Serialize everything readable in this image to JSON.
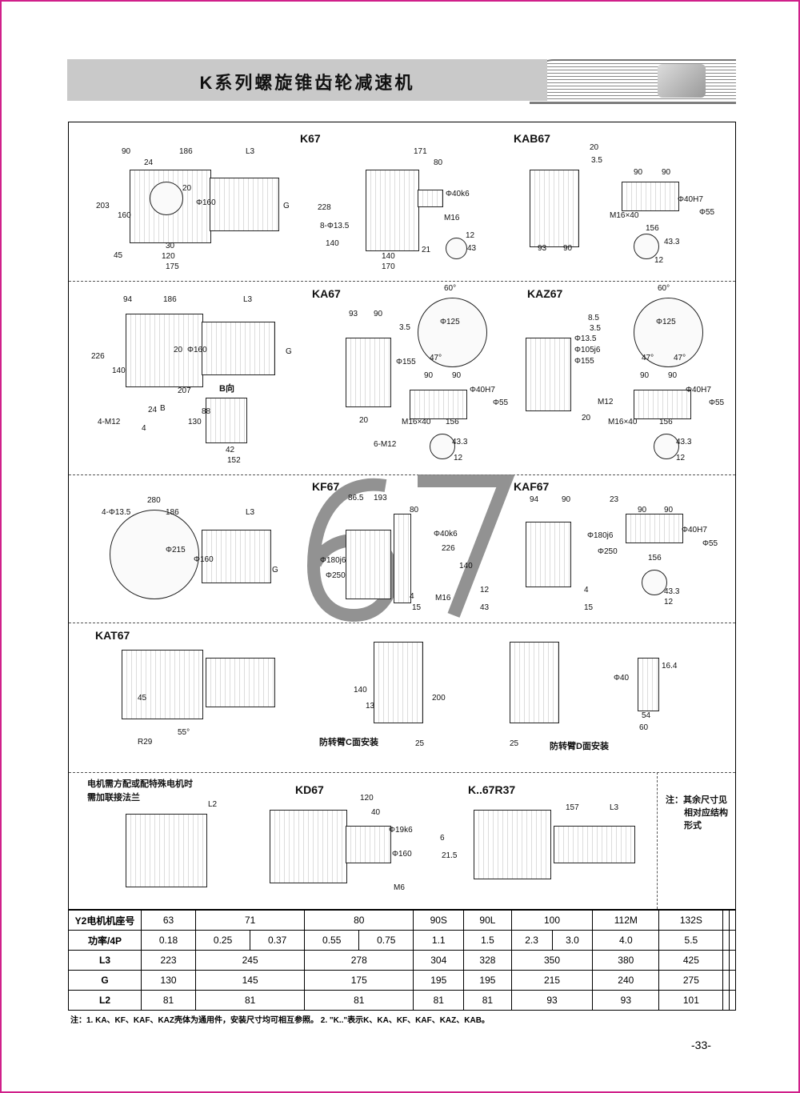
{
  "header": {
    "title": "K系列螺旋锥齿轮减速机"
  },
  "watermark": "67",
  "sections": {
    "k67": {
      "label": "K67",
      "dims": [
        "90",
        "186",
        "L3",
        "24",
        "203",
        "160",
        "20",
        "Φ160",
        "G",
        "45",
        "30",
        "120",
        "175"
      ]
    },
    "k67_side": {
      "dims": [
        "171",
        "80",
        "Φ40k6",
        "228",
        "140",
        "8-Φ13.5",
        "M16",
        "12",
        "43",
        "21",
        "140",
        "170"
      ]
    },
    "kab67": {
      "label": "KAB67",
      "dims": [
        "20",
        "3.5",
        "90",
        "90",
        "Φ55",
        "Φ40H7",
        "M16×40",
        "156",
        "43.3",
        "12",
        "93",
        "90"
      ]
    },
    "ka67": {
      "label": "KA67",
      "dims": [
        "94",
        "186",
        "L3",
        "226",
        "140",
        "20",
        "Φ160",
        "G",
        "207",
        "B",
        "B向",
        "130",
        "88",
        "42",
        "152",
        "4-M12",
        "24",
        "4",
        "93",
        "90",
        "3.5",
        "Φ155",
        "60°",
        "Φ125",
        "47°",
        "90",
        "90",
        "Φ55",
        "Φ40H7",
        "M16×40",
        "156",
        "20",
        "6-M12",
        "43.3",
        "12"
      ]
    },
    "kaz67": {
      "label": "KAZ67",
      "dims": [
        "8.5",
        "3.5",
        "60°",
        "Φ125",
        "47°",
        "47°",
        "Φ13.5",
        "Φ105j6",
        "Φ155",
        "M12",
        "20",
        "90",
        "90",
        "Φ55",
        "Φ40H7",
        "M16×40",
        "156",
        "43.3",
        "12"
      ]
    },
    "kf67": {
      "label": "KF67",
      "dims": [
        "280",
        "4-Φ13.5",
        "186",
        "L3",
        "Φ215",
        "Φ160",
        "G",
        "86.5",
        "193",
        "80",
        "Φ40k6",
        "226",
        "140",
        "Φ180j6",
        "Φ250",
        "4",
        "15",
        "M16",
        "12",
        "43"
      ]
    },
    "kaf67": {
      "label": "KAF67",
      "dims": [
        "94",
        "90",
        "23",
        "Φ180j6",
        "Φ250",
        "4",
        "15",
        "90",
        "90",
        "Φ55",
        "Φ40H7",
        "156",
        "43.3",
        "12"
      ]
    },
    "kat67": {
      "label": "KAT67",
      "dims": [
        "45",
        "R29",
        "55°",
        "140",
        "13",
        "200",
        "25",
        "25",
        "Φ40",
        "16.4",
        "54",
        "60"
      ],
      "caption_c": "防转臂C面安装",
      "caption_d": "防转臂D面安装"
    },
    "flange_note": {
      "text_1": "电机需方配或配特殊电机时",
      "text_2": "需加联接法兰",
      "dims": [
        "L2"
      ]
    },
    "kd67": {
      "label": "KD67",
      "dims": [
        "120",
        "40",
        "Φ19k6",
        "Φ160",
        "M6",
        "6",
        "21.5"
      ]
    },
    "kr37": {
      "label": "K..67R37",
      "dims": [
        "157",
        "L3"
      ]
    },
    "side_note": {
      "lines": [
        "注：其余尺寸见",
        "相对应结构",
        "形式"
      ]
    }
  },
  "table": {
    "rows": [
      {
        "h": "Y2电机机座号",
        "cells": [
          [
            "63",
            2
          ],
          [
            "71",
            2
          ],
          [
            "80",
            2
          ],
          [
            "90S",
            2
          ],
          [
            "90L",
            2
          ],
          [
            "100",
            2
          ],
          [
            "112M",
            2
          ],
          [
            "132S",
            2
          ],
          [
            "",
            2
          ],
          [
            "",
            2
          ]
        ]
      },
      {
        "h": "功率/4P",
        "cells": [
          [
            "0.18",
            2
          ],
          [
            "0.25",
            1
          ],
          [
            "0.37",
            1
          ],
          [
            "0.55",
            1
          ],
          [
            "0.75",
            1
          ],
          [
            "1.1",
            2
          ],
          [
            "1.5",
            2
          ],
          [
            "2.3",
            1
          ],
          [
            "3.0",
            1
          ],
          [
            "4.0",
            2
          ],
          [
            "5.5",
            2
          ],
          [
            "",
            2
          ],
          [
            "",
            2
          ]
        ]
      },
      {
        "h": "L3",
        "cells": [
          [
            "223",
            2
          ],
          [
            "245",
            2
          ],
          [
            "278",
            2
          ],
          [
            "304",
            2
          ],
          [
            "328",
            2
          ],
          [
            "350",
            2
          ],
          [
            "380",
            2
          ],
          [
            "425",
            2
          ],
          [
            "",
            2
          ],
          [
            "",
            2
          ]
        ]
      },
      {
        "h": "G",
        "cells": [
          [
            "130",
            2
          ],
          [
            "145",
            2
          ],
          [
            "175",
            2
          ],
          [
            "195",
            2
          ],
          [
            "195",
            2
          ],
          [
            "215",
            2
          ],
          [
            "240",
            2
          ],
          [
            "275",
            2
          ],
          [
            "",
            2
          ],
          [
            "",
            2
          ]
        ]
      },
      {
        "h": "L2",
        "cells": [
          [
            "81",
            2
          ],
          [
            "81",
            2
          ],
          [
            "81",
            2
          ],
          [
            "81",
            2
          ],
          [
            "81",
            2
          ],
          [
            "93",
            2
          ],
          [
            "93",
            2
          ],
          [
            "101",
            2
          ],
          [
            "",
            2
          ],
          [
            "",
            2
          ]
        ]
      }
    ]
  },
  "footnote": "注：1. KA、KF、KAF、KAZ壳体为通用件，安装尺寸均可相互参照。  2. \"K..\"表示K、KA、KF、KAF、KAZ、KAB。",
  "page_number": "-33-"
}
